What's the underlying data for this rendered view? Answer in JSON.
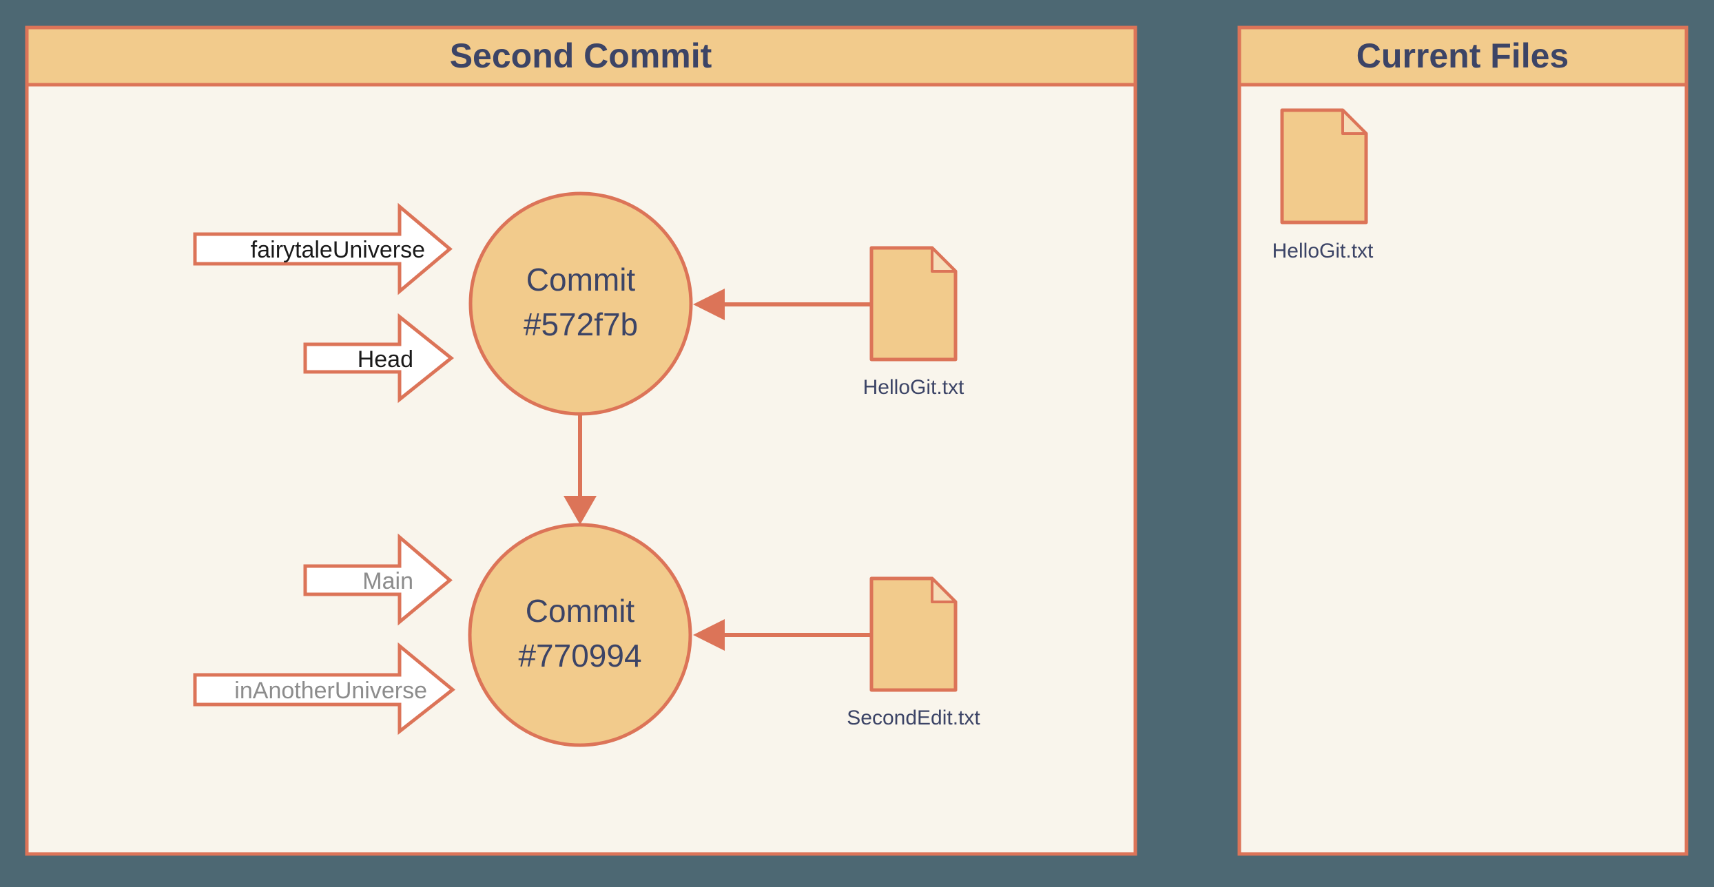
{
  "colors": {
    "background": "#4d6873",
    "panel_fill": "#f9f5ec",
    "header_fill": "#f2cb8c",
    "border_accent": "#dc7458",
    "heading_text": "#3c4466",
    "arrow_label_active": "#1a1a1a",
    "arrow_label_muted": "#8c8c8c",
    "arrow_fill": "#ffffff"
  },
  "left_panel": {
    "title": "Second Commit",
    "branch_arrows": [
      {
        "label": "fairytaleUniverse",
        "muted": false
      },
      {
        "label": "Head",
        "muted": false
      },
      {
        "label": "Main",
        "muted": true
      },
      {
        "label": "inAnotherUniverse",
        "muted": true
      }
    ],
    "commits": [
      {
        "line1": "Commit",
        "line2": "#572f7b"
      },
      {
        "line1": "Commit",
        "line2": "#770994"
      }
    ],
    "files": [
      {
        "name": "HelloGit.txt"
      },
      {
        "name": "SecondEdit.txt"
      }
    ]
  },
  "right_panel": {
    "title": "Current Files",
    "files": [
      {
        "name": "HelloGit.txt"
      }
    ]
  }
}
